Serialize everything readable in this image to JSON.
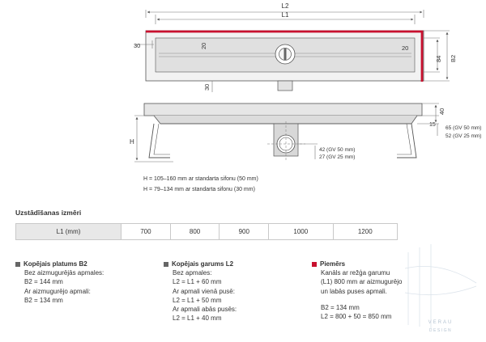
{
  "colors": {
    "line": "#555555",
    "fill": "#e2e2e2",
    "accent": "#c8102e",
    "grey_square": "#666666",
    "table_head": "#e8e8e8"
  },
  "top_view": {
    "dim_l2": "L2",
    "dim_l1": "L1",
    "dim_left_30": "30",
    "dim_inner_left_20": "20",
    "dim_inner_right_20": "20",
    "dim_bottom_30": "30",
    "dim_84": "84",
    "dim_b2": "B2"
  },
  "side_view": {
    "dim_h": "H",
    "dim_40": "40",
    "dim_15": "15",
    "dim_65": "65",
    "dim_65_note": "(GV 50 mm)",
    "dim_52": "52",
    "dim_52_note": "(GV 25 mm)",
    "dim_42": "42",
    "dim_42_note": "(GV 50 mm)",
    "dim_27": "27",
    "dim_27_note": "(GV 25 mm)"
  },
  "h_notes": [
    "H = 105–160 mm ar standarta sifonu (50 mm)",
    "H = 79–134 mm ar standarta sifonu (30 mm)"
  ],
  "sizes": {
    "title": "Uzstādīšanas izmēri",
    "header": "L1 (mm)",
    "values": [
      "700",
      "800",
      "900",
      "1000",
      "1200"
    ]
  },
  "notes": [
    {
      "title": "Kopējais platums B2",
      "square": "grey",
      "lines": [
        "Bez aizmugurējās apmales:",
        "B2 = 144 mm",
        "Ar aizmugurējo apmali:",
        "B2 = 134 mm"
      ]
    },
    {
      "title": "Kopējais garums L2",
      "square": "grey",
      "lines": [
        "Bez apmales:",
        "L2 = L1 + 60 mm",
        "Ar apmali vienā pusē:",
        "L2 = L1 + 50 mm",
        "Ar apmali abās pusēs:",
        "L2 = L1 + 40 mm"
      ]
    },
    {
      "title": "Piemērs",
      "square": "red",
      "lines": [
        "Kanāls ar režģa garumu",
        "(L1) 800 mm ar aizmugurējo",
        "un labās puses apmali.",
        "",
        "B2 = 134 mm",
        "L2 = 800 + 50 = 850 mm"
      ]
    }
  ],
  "watermark": {
    "brand": "VERAU",
    "sub": "DESIGN"
  }
}
